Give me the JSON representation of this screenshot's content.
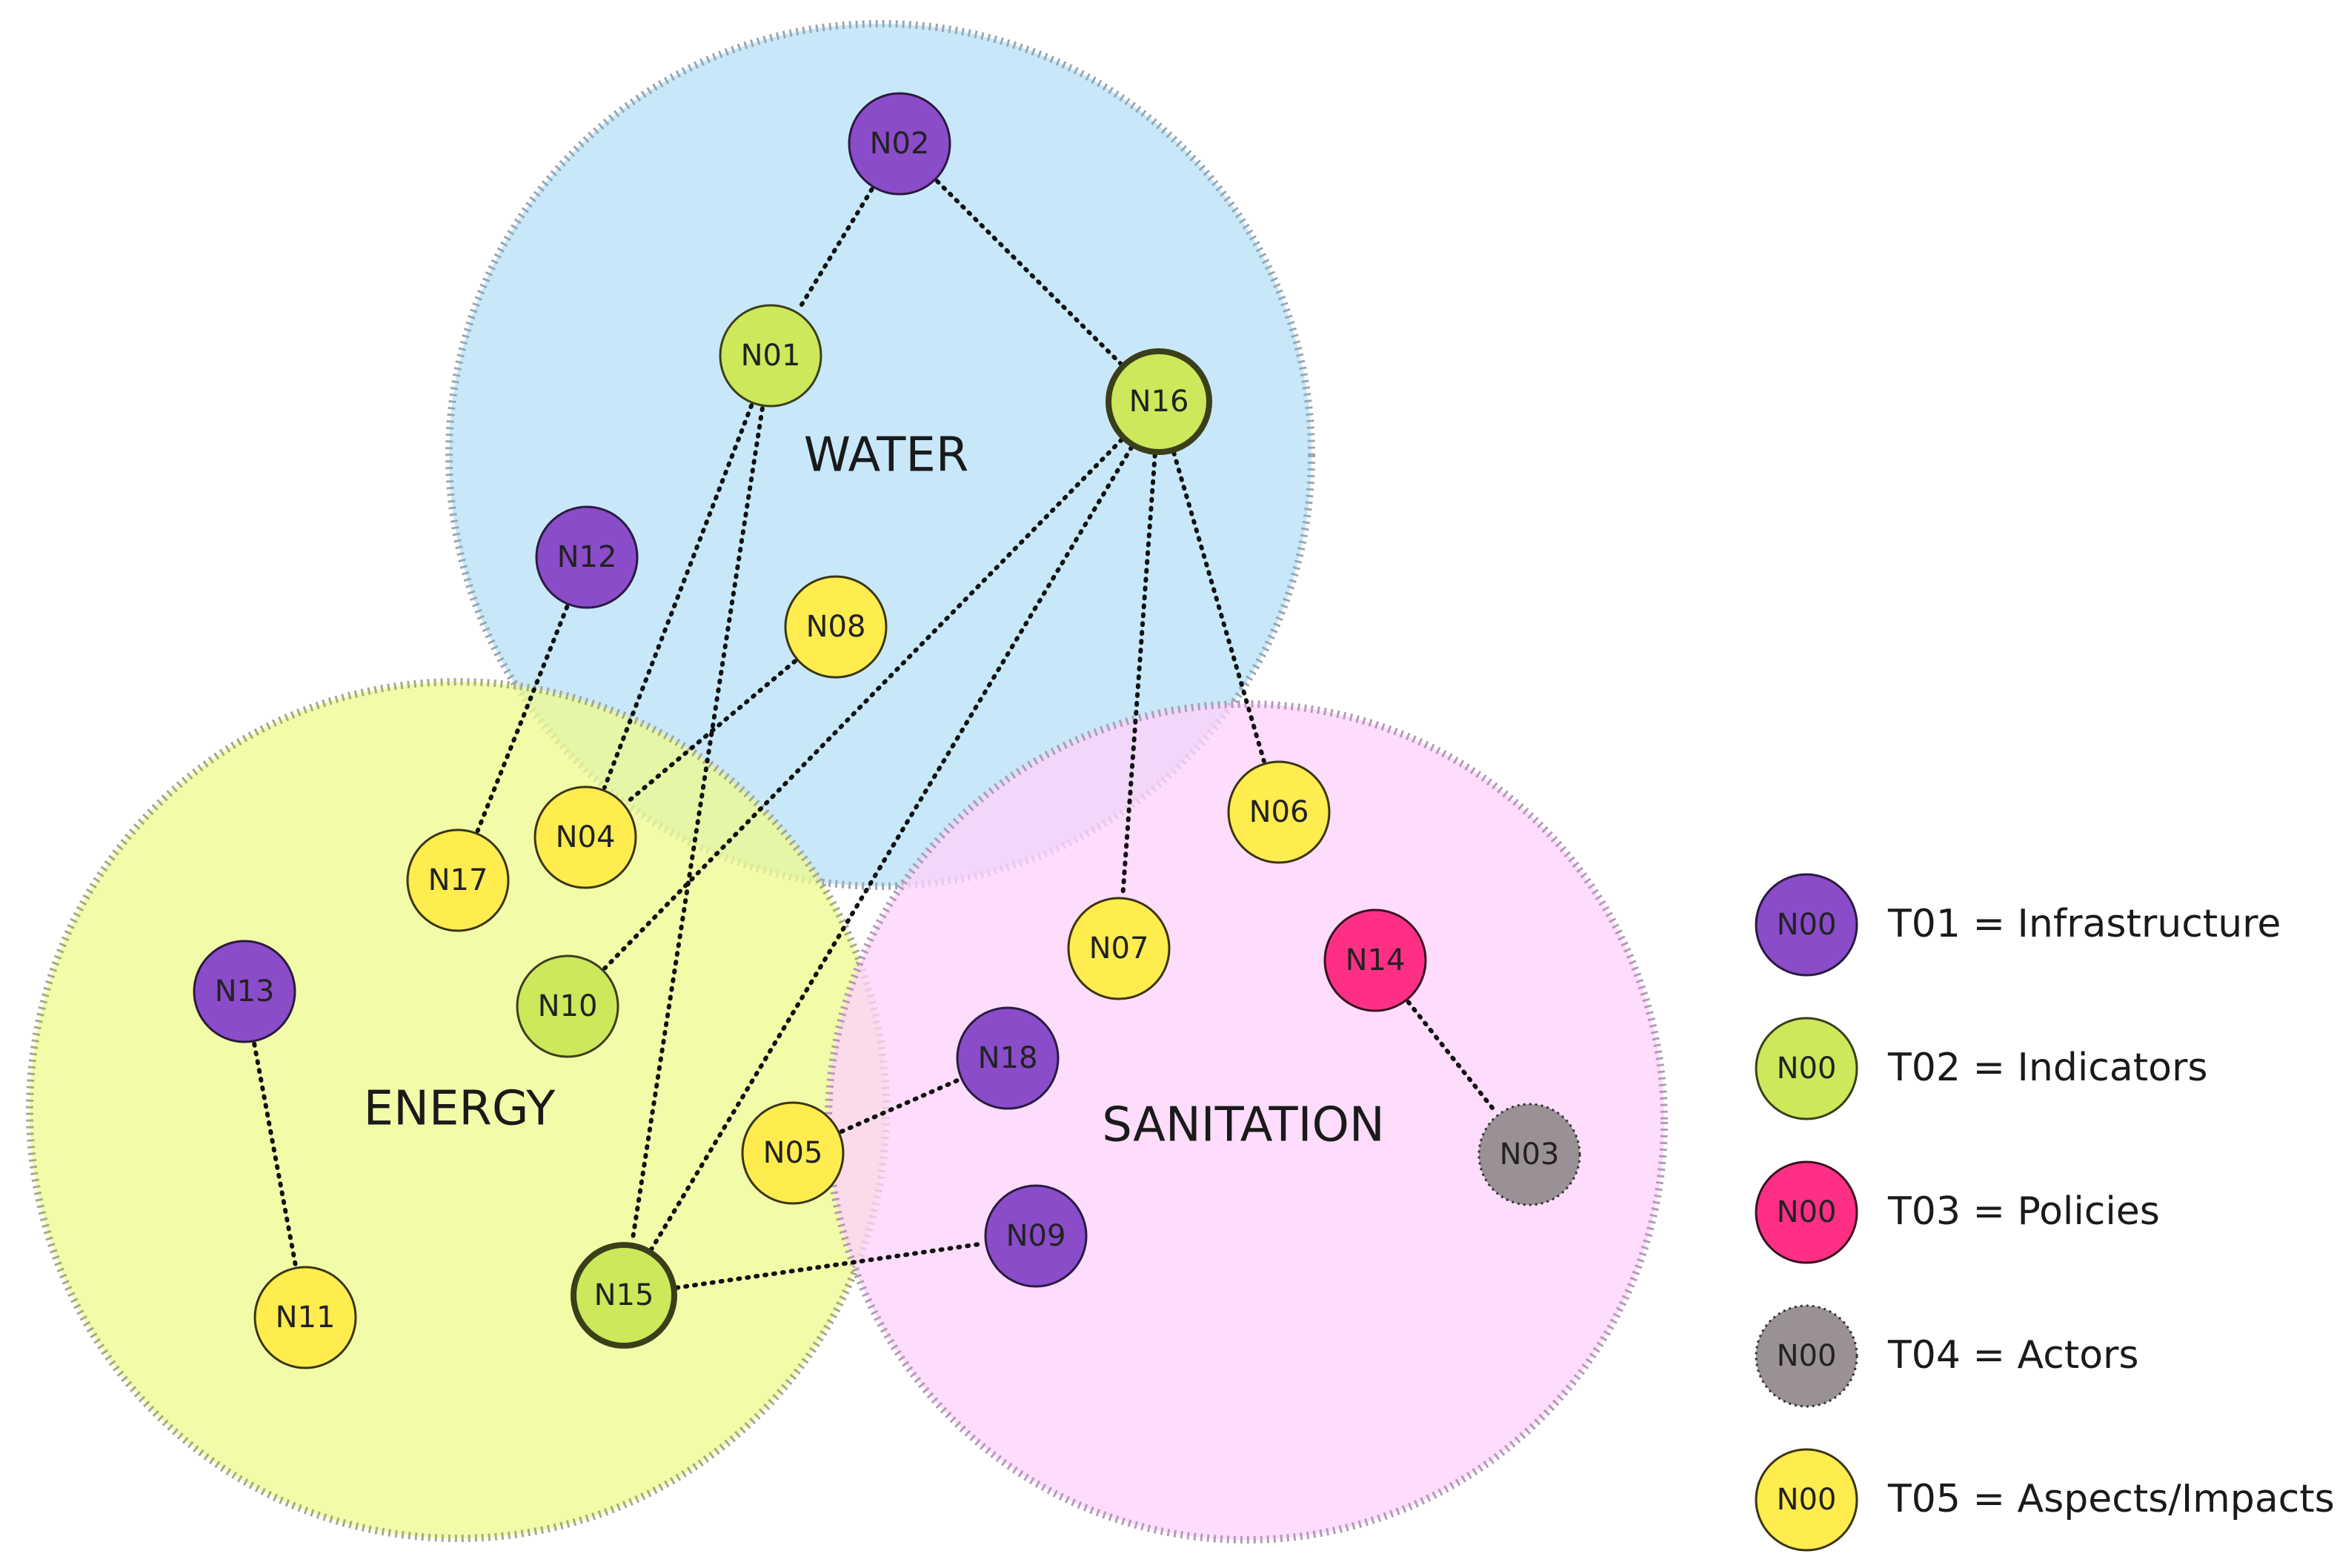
{
  "regions": [
    {
      "id": "water",
      "label": "WATER",
      "fill": "#b9e2f8",
      "stroke": "#9aa8b2"
    },
    {
      "id": "energy",
      "label": "ENERGY",
      "fill": "#eefa8f",
      "stroke": "#a6ab86"
    },
    {
      "id": "sanitation",
      "label": "SANITATION",
      "fill": "#fed2fb",
      "stroke": "#b39cb8"
    }
  ],
  "nodes": [
    {
      "id": "N02",
      "label": "N02",
      "type": "T01"
    },
    {
      "id": "N01",
      "label": "N01",
      "type": "T02"
    },
    {
      "id": "N16",
      "label": "N16",
      "type": "T02",
      "highlight": true
    },
    {
      "id": "N12",
      "label": "N12",
      "type": "T01"
    },
    {
      "id": "N08",
      "label": "N08",
      "type": "T05"
    },
    {
      "id": "N04",
      "label": "N04",
      "type": "T05"
    },
    {
      "id": "N17",
      "label": "N17",
      "type": "T05"
    },
    {
      "id": "N13",
      "label": "N13",
      "type": "T01"
    },
    {
      "id": "N10",
      "label": "N10",
      "type": "T02"
    },
    {
      "id": "N05",
      "label": "N05",
      "type": "T05"
    },
    {
      "id": "N15",
      "label": "N15",
      "type": "T02",
      "highlight": true
    },
    {
      "id": "N11",
      "label": "N11",
      "type": "T05"
    },
    {
      "id": "N06",
      "label": "N06",
      "type": "T05"
    },
    {
      "id": "N07",
      "label": "N07",
      "type": "T05"
    },
    {
      "id": "N14",
      "label": "N14",
      "type": "T03"
    },
    {
      "id": "N18",
      "label": "N18",
      "type": "T01"
    },
    {
      "id": "N09",
      "label": "N09",
      "type": "T01"
    },
    {
      "id": "N03",
      "label": "N03",
      "type": "T04"
    }
  ],
  "edges": [
    [
      "N02",
      "N01"
    ],
    [
      "N02",
      "N16"
    ],
    [
      "N01",
      "N04"
    ],
    [
      "N01",
      "N15"
    ],
    [
      "N16",
      "N10"
    ],
    [
      "N16",
      "N15"
    ],
    [
      "N16",
      "N07"
    ],
    [
      "N16",
      "N06"
    ],
    [
      "N12",
      "N17"
    ],
    [
      "N08",
      "N04"
    ],
    [
      "N13",
      "N11"
    ],
    [
      "N05",
      "N18"
    ],
    [
      "N15",
      "N09"
    ],
    [
      "N14",
      "N03"
    ]
  ],
  "types": {
    "T01": {
      "fill": "#8a4cc9",
      "stroke": "#2a1a40"
    },
    "T02": {
      "fill": "#cde85a",
      "stroke": "#3a3f1a"
    },
    "T03": {
      "fill": "#ff2f86",
      "stroke": "#3a1020"
    },
    "T04": {
      "fill": "#9a9196",
      "stroke": "#333333"
    },
    "T05": {
      "fill": "#ffec4f",
      "stroke": "#3a3510"
    }
  },
  "legend": [
    {
      "node_label": "N00",
      "type": "T01",
      "text": "T01 = Infrastructure"
    },
    {
      "node_label": "N00",
      "type": "T02",
      "text": "T02 = Indicators"
    },
    {
      "node_label": "N00",
      "type": "T03",
      "text": "T03 = Policies"
    },
    {
      "node_label": "N00",
      "type": "T04",
      "text": "T04 = Actors"
    },
    {
      "node_label": "N00",
      "type": "T05",
      "text": "T05 = Aspects/Impacts"
    }
  ]
}
